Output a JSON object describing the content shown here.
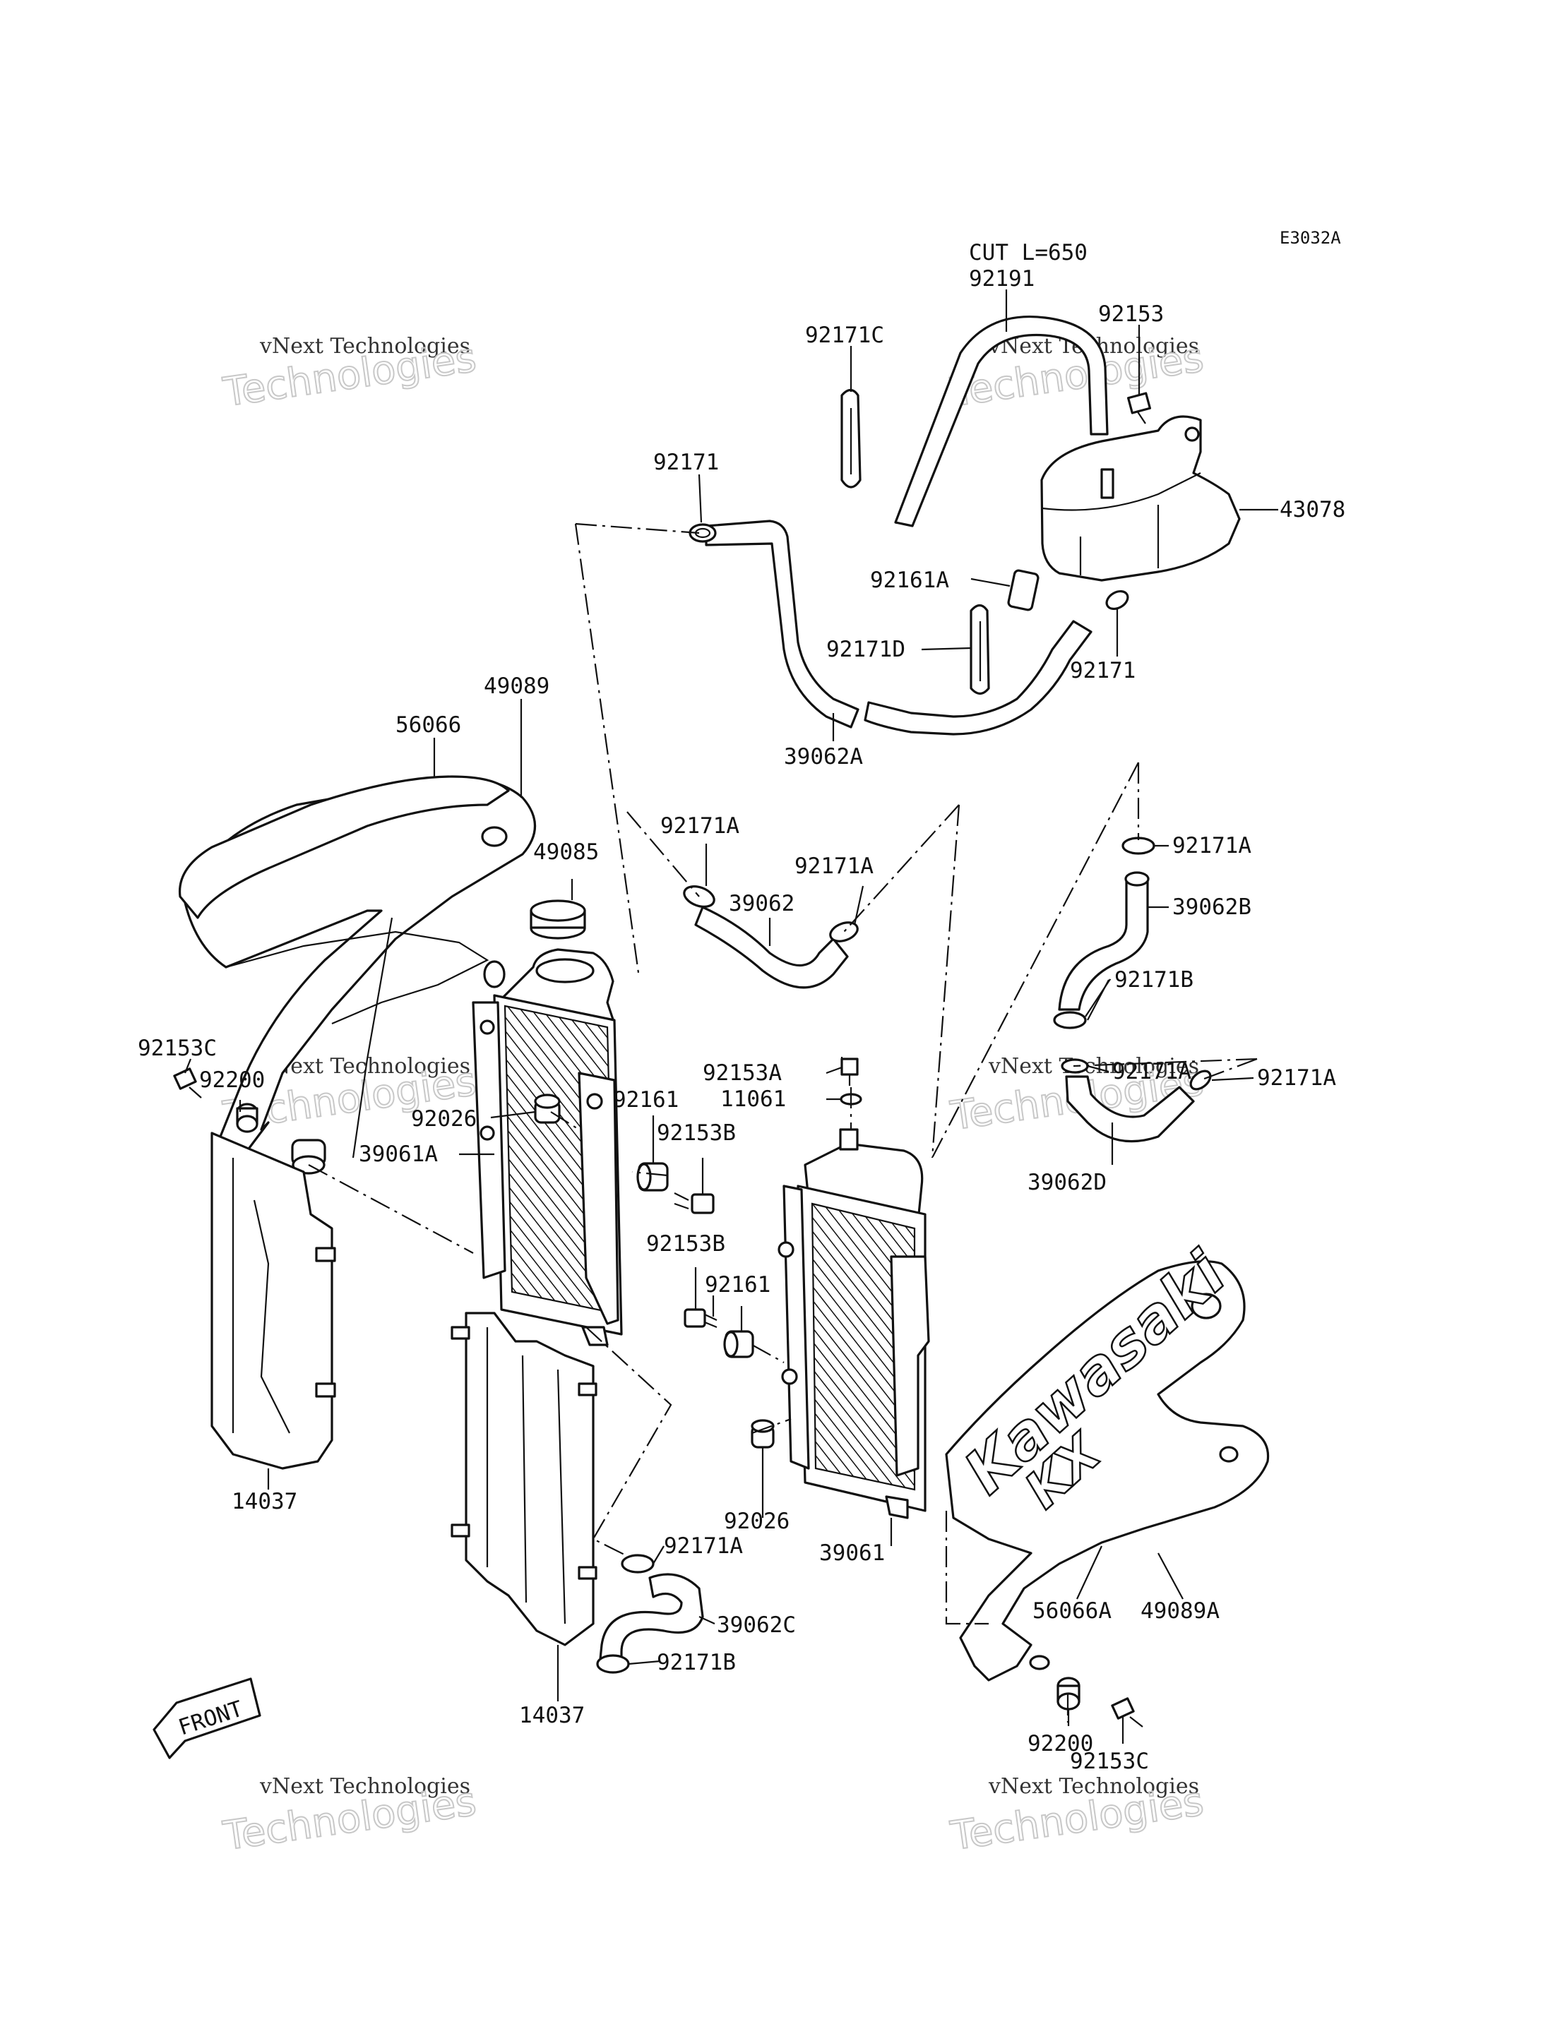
{
  "diagram": {
    "code": "E3032A",
    "cut_note": "CUT L=650",
    "front_label": "FRONT",
    "watermark_line1": "vNext Technologies",
    "watermark_line2": "Technologies",
    "brand_text": "Kawasaki",
    "brand_model": "KX",
    "labels": [
      {
        "id": "92191",
        "text": "92191"
      },
      {
        "id": "92153",
        "text": "92153"
      },
      {
        "id": "92171C",
        "text": "92171C"
      },
      {
        "id": "92171-top",
        "text": "92171"
      },
      {
        "id": "43078",
        "text": "43078"
      },
      {
        "id": "92161A",
        "text": "92161A"
      },
      {
        "id": "92171D",
        "text": "92171D"
      },
      {
        "id": "92171-right",
        "text": "92171"
      },
      {
        "id": "39062A",
        "text": "39062A"
      },
      {
        "id": "49089",
        "text": "49089"
      },
      {
        "id": "56066",
        "text": "56066"
      },
      {
        "id": "49085",
        "text": "49085"
      },
      {
        "id": "92171A-1",
        "text": "92171A"
      },
      {
        "id": "92171A-2",
        "text": "92171A"
      },
      {
        "id": "39062",
        "text": "39062"
      },
      {
        "id": "92171A-3",
        "text": "92171A"
      },
      {
        "id": "39062B",
        "text": "39062B"
      },
      {
        "id": "92171B-1",
        "text": "92171B"
      },
      {
        "id": "92171A-4",
        "text": "92171A"
      },
      {
        "id": "92171A-5",
        "text": "92171A"
      },
      {
        "id": "39062D",
        "text": "39062D"
      },
      {
        "id": "92153A",
        "text": "92153A"
      },
      {
        "id": "11061",
        "text": "11061"
      },
      {
        "id": "92153C-1",
        "text": "92153C"
      },
      {
        "id": "92200-1",
        "text": "92200"
      },
      {
        "id": "92026-1",
        "text": "92026"
      },
      {
        "id": "92161-1",
        "text": "92161"
      },
      {
        "id": "92153B-1",
        "text": "92153B"
      },
      {
        "id": "39061A",
        "text": "39061A"
      },
      {
        "id": "92153B-2",
        "text": "92153B"
      },
      {
        "id": "92161-2",
        "text": "92161"
      },
      {
        "id": "14037-1",
        "text": "14037"
      },
      {
        "id": "92026-2",
        "text": "92026"
      },
      {
        "id": "39061",
        "text": "39061"
      },
      {
        "id": "92171A-6",
        "text": "92171A"
      },
      {
        "id": "39062C",
        "text": "39062C"
      },
      {
        "id": "92171B-2",
        "text": "92171B"
      },
      {
        "id": "14037-2",
        "text": "14037"
      },
      {
        "id": "56066A",
        "text": "56066A"
      },
      {
        "id": "49089A",
        "text": "49089A"
      },
      {
        "id": "92200-2",
        "text": "92200"
      },
      {
        "id": "92153C-2",
        "text": "92153C"
      }
    ]
  }
}
